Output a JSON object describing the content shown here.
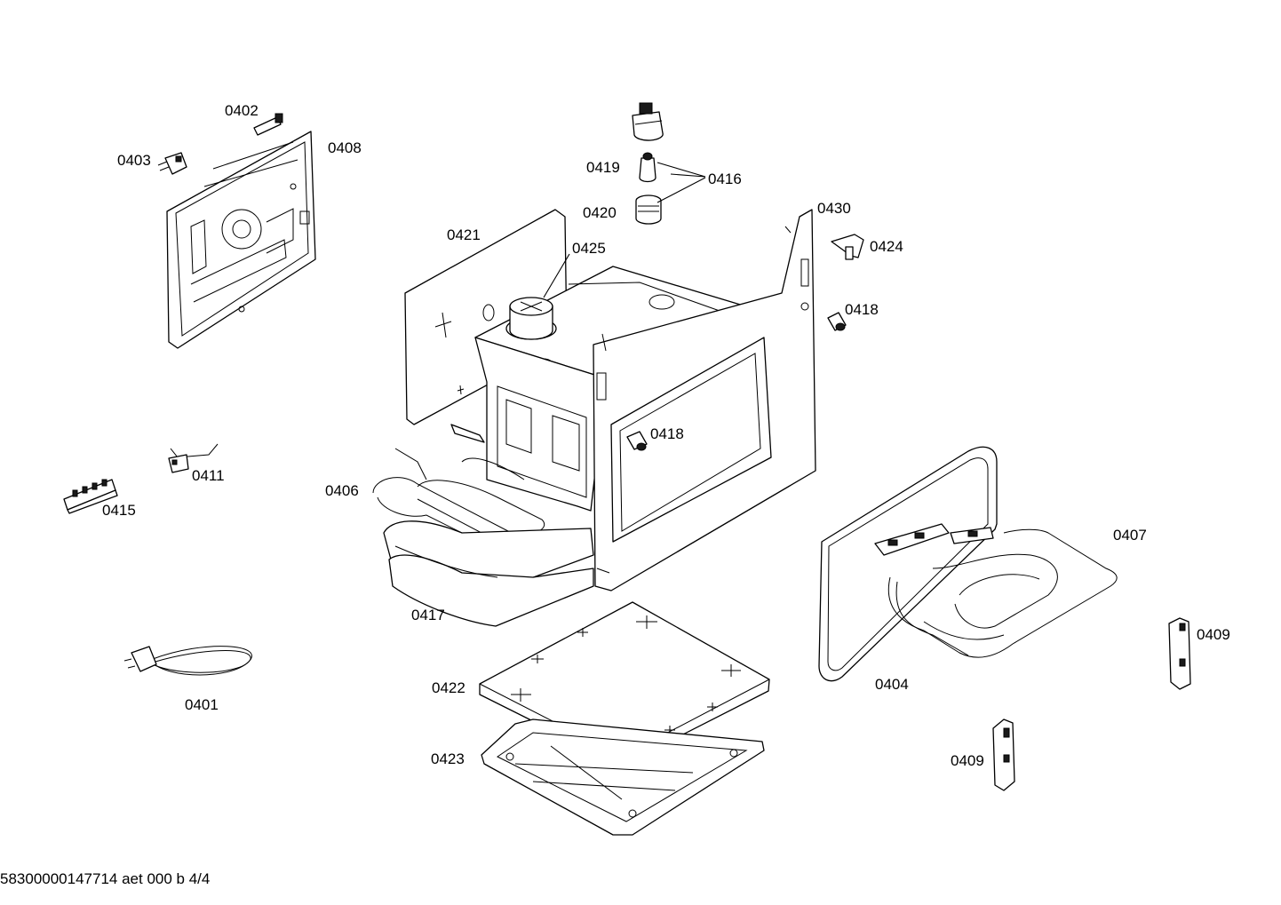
{
  "labels": {
    "p0401": "0401",
    "p0402": "0402",
    "p0403": "0403",
    "p0404": "0404",
    "p0406": "0406",
    "p0407": "0407",
    "p0408": "0408",
    "p0409a": "0409",
    "p0409b": "0409",
    "p0411": "0411",
    "p0415": "0415",
    "p0416": "0416",
    "p0417": "0417",
    "p0418a": "0418",
    "p0418b": "0418",
    "p0419": "0419",
    "p0420": "0420",
    "p0421": "0421",
    "p0422": "0422",
    "p0423": "0423",
    "p0424": "0424",
    "p0425": "0425",
    "p0430": "0430"
  },
  "footer": "58300000147714 aet 000 b 4/4"
}
